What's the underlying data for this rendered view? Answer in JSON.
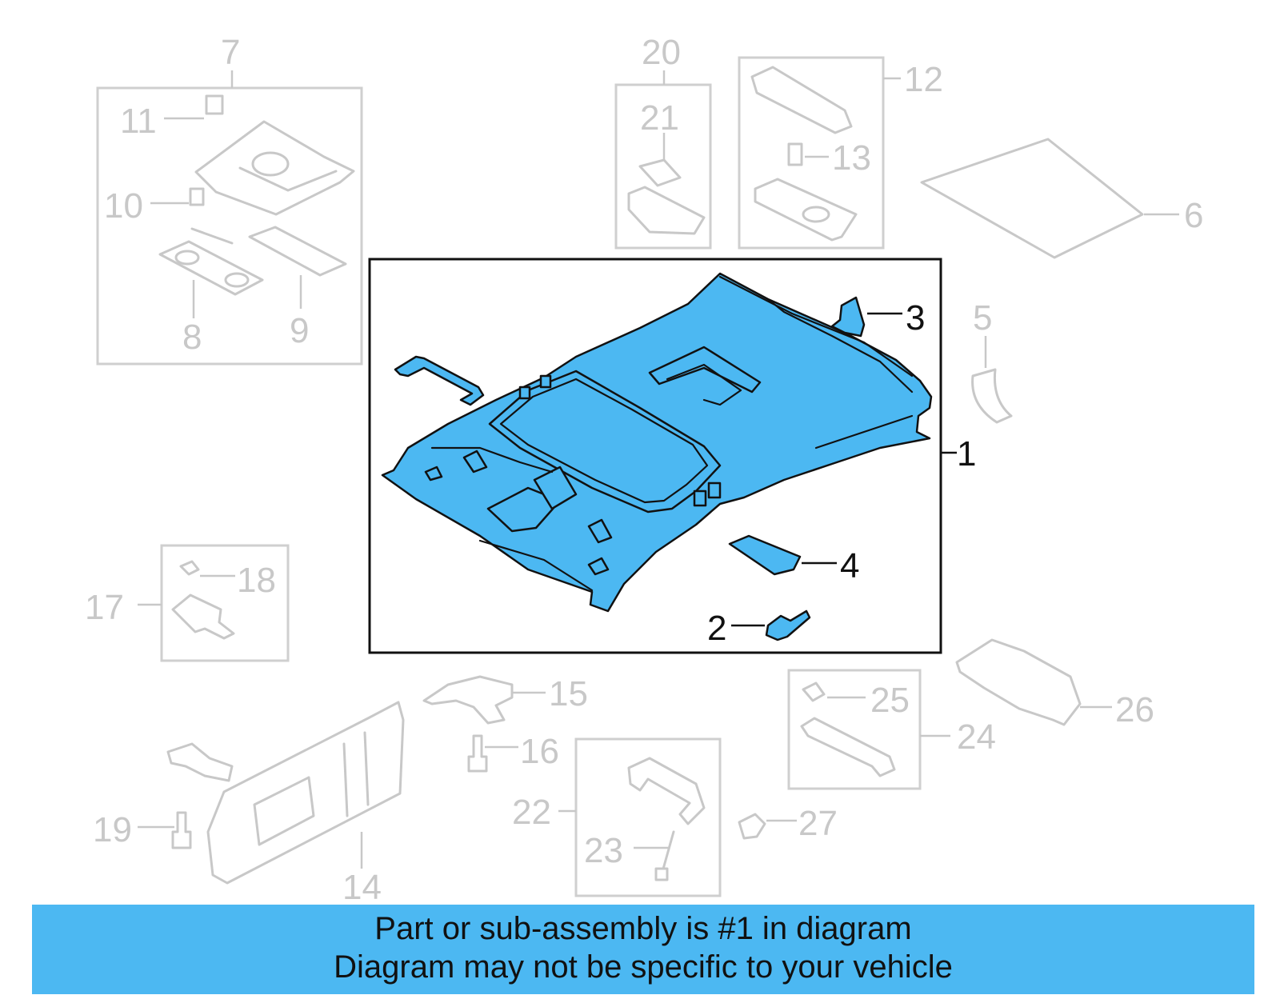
{
  "callouts": {
    "c1": "1",
    "c2": "2",
    "c3": "3",
    "c4": "4",
    "c5": "5",
    "c6": "6",
    "c7": "7",
    "c8": "8",
    "c9": "9",
    "c10": "10",
    "c11": "11",
    "c12": "12",
    "c13": "13",
    "c14": "14",
    "c15": "15",
    "c16": "16",
    "c17": "17",
    "c18": "18",
    "c19": "19",
    "c20": "20",
    "c21": "21",
    "c22": "22",
    "c23": "23",
    "c24": "24",
    "c25": "25",
    "c26": "26",
    "c27": "27"
  },
  "banner": {
    "line1": "Part or sub-assembly is #1 in diagram",
    "line2": "Diagram may not be specific to your vehicle"
  },
  "colors": {
    "highlight": "#4cb8f2",
    "faded": "#c8c8c8",
    "outline": "#111111"
  }
}
